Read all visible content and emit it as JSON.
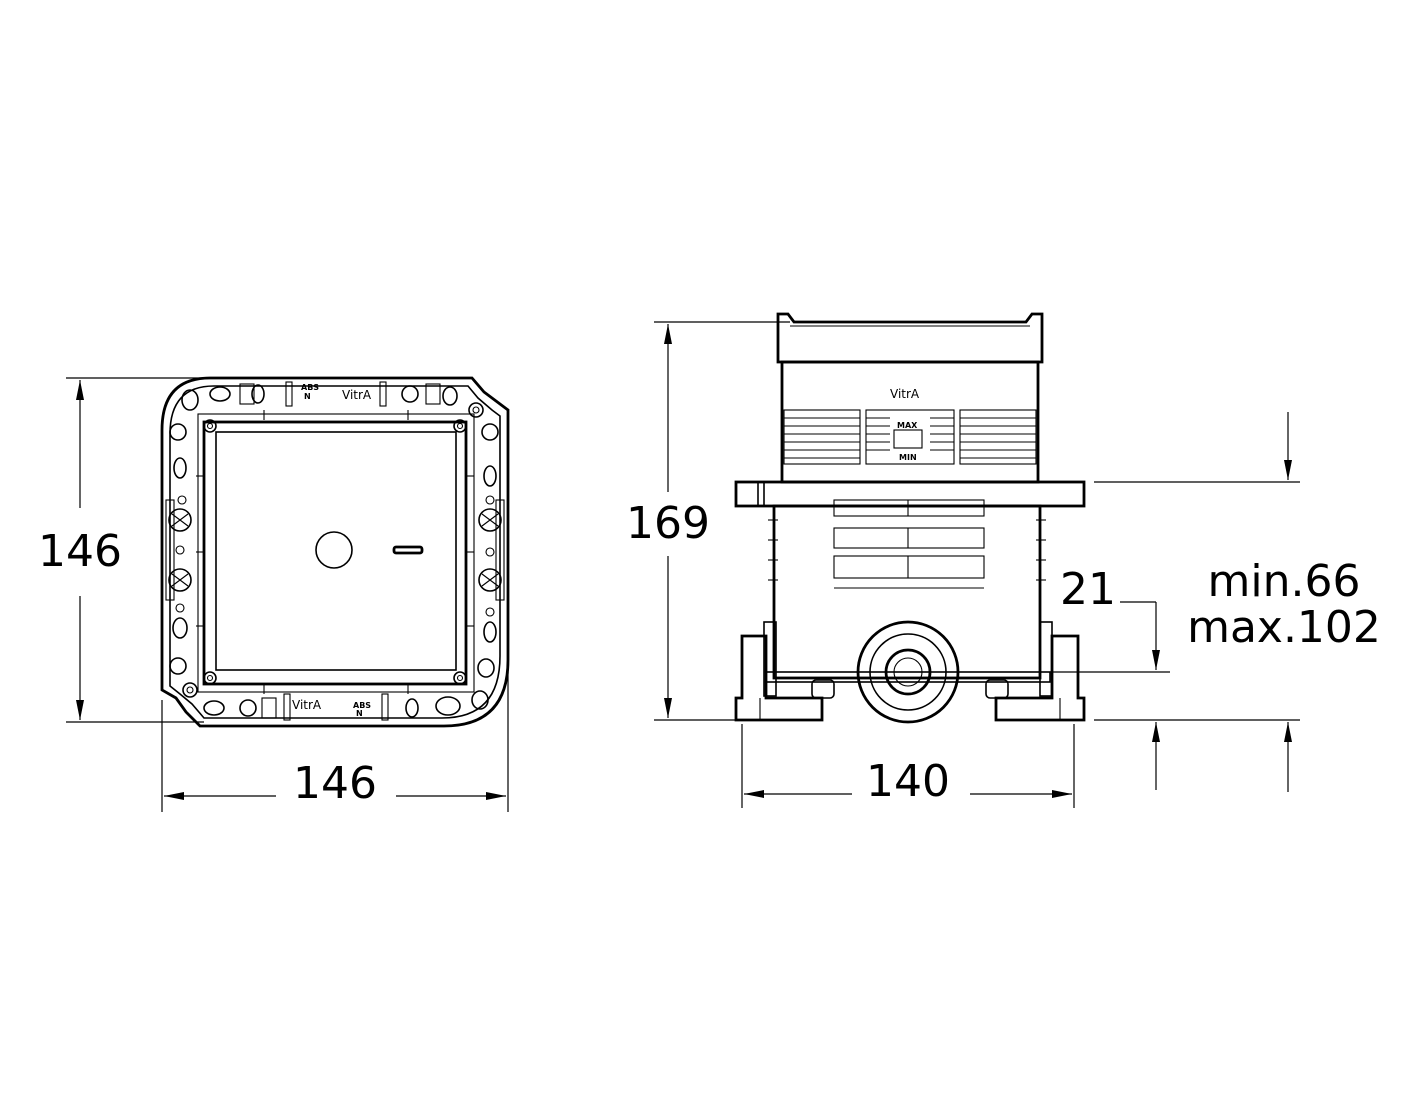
{
  "top_view": {
    "height_label": "146",
    "width_label": "146",
    "brand_top": "VitrA",
    "brand_bottom": "VitrA",
    "mark_top": "ABS",
    "mark_top_2": "N",
    "mark_bottom": "ABS",
    "mark_bottom_2": "N"
  },
  "side_view": {
    "height_label": "169",
    "width_label": "140",
    "offset_label": "21",
    "range_min": "min.66",
    "range_max": "max.102",
    "brand": "VitrA",
    "max_mark": "MAX",
    "min_mark": "MIN"
  }
}
